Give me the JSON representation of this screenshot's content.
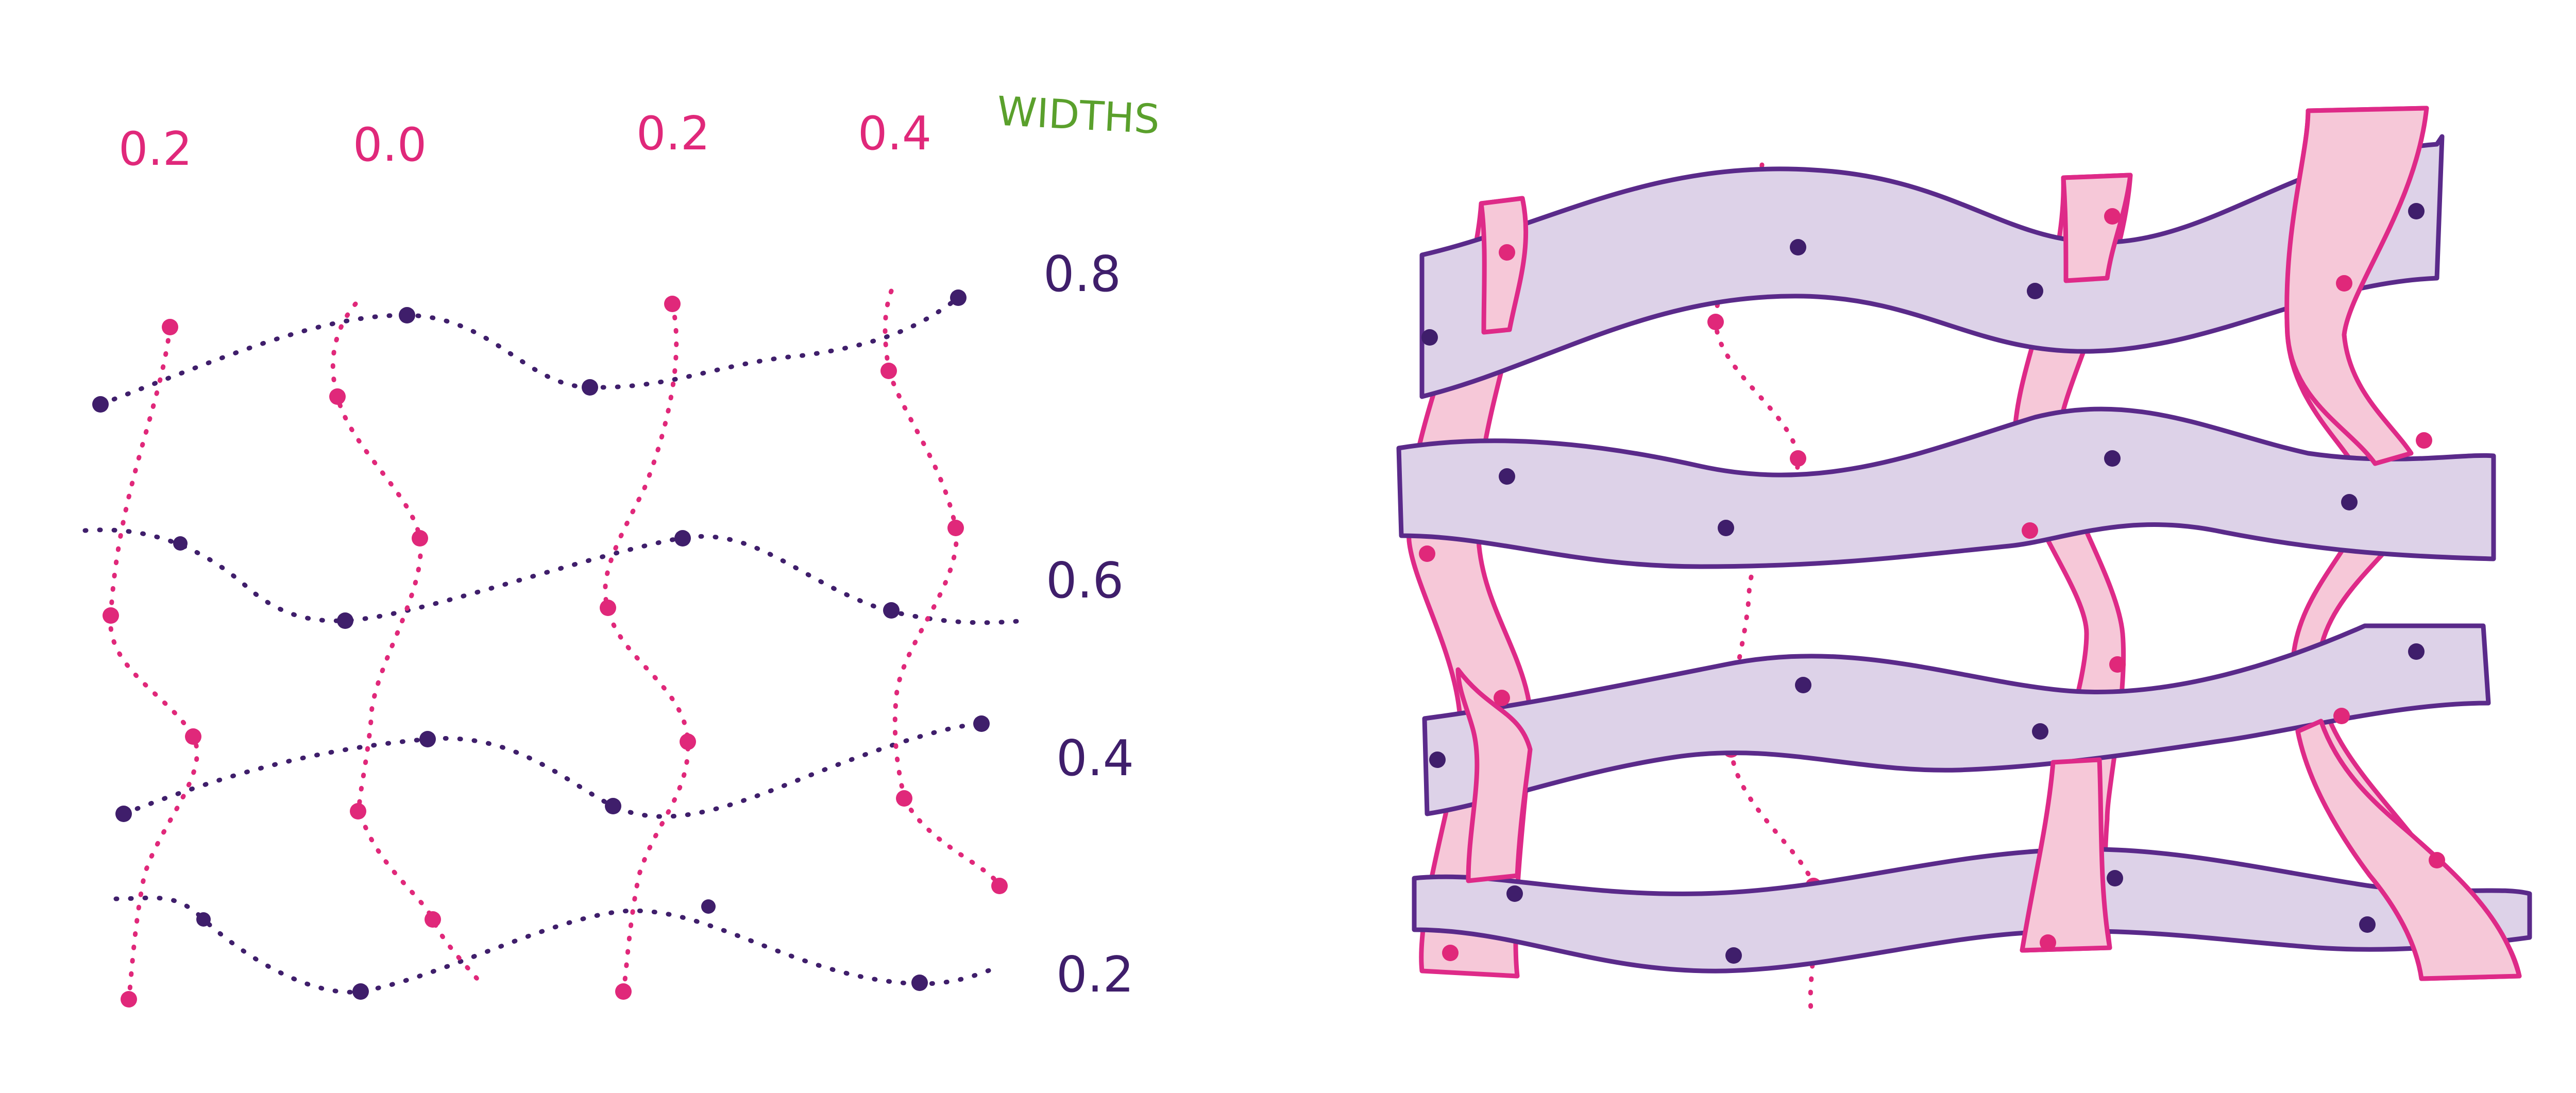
{
  "header": {
    "widths_label": "WIDTHS"
  },
  "vertical_widths": [
    "0.2",
    "0.0",
    "0.2",
    "0.4"
  ],
  "horizontal_widths": [
    "0.8",
    "0.6",
    "0.4",
    "0.2"
  ],
  "colors": {
    "pink": "#e0287a",
    "purple": "#3f1e6b",
    "green": "#5aa02c",
    "ribbon_purple_fill": "#ddd2e8",
    "ribbon_pink_fill": "#f6c8d8",
    "ribbon_pink_edge": "#de2a88",
    "ribbon_purple_edge": "#5a2a8a"
  }
}
